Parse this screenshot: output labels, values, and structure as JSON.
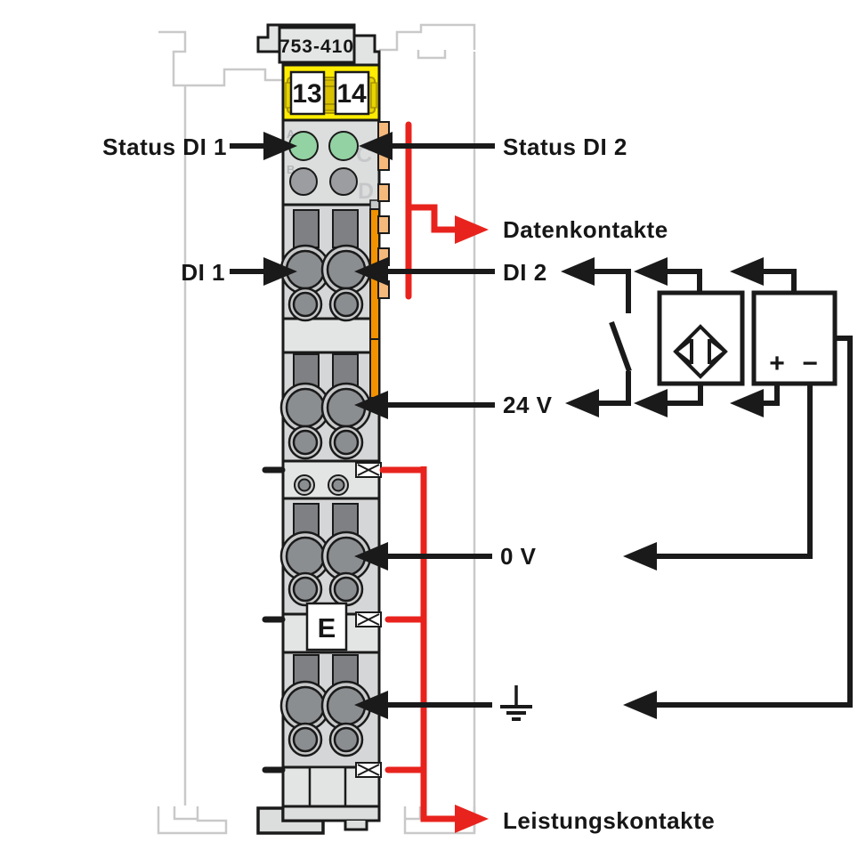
{
  "diagram": {
    "module": {
      "part_number": "753-410",
      "terminals": [
        "13",
        "14"
      ],
      "led_labels": [
        "A",
        "B",
        "C",
        "D"
      ],
      "marking": "E"
    },
    "labels": {
      "status_di_1": "Status DI 1",
      "status_di_2": "Status DI 2",
      "di_1": "DI 1",
      "di_2": "DI 2",
      "datenkontakte": "Datenkontakte",
      "v24": "24 V",
      "v0": "0 V",
      "leistungskontakte": "Leistungskontakte"
    },
    "power_supply": {
      "plus": "+",
      "minus": "−"
    },
    "icons": {
      "data_contacts_arrow": "red-arrow-right",
      "power_contacts_arrow": "red-arrow-right",
      "signal_arrows": "black-arrow",
      "ground": "earth-ground-symbol",
      "switch": "normally-open-contact",
      "sensor": "proximity-sensor-symbol",
      "supply": "dc-power-supply-box",
      "power_jumper": "power-jumper-contact-x"
    },
    "colors": {
      "red": "#e8231e",
      "yellow": "#ffec00",
      "yellow_dark": "#e8d400",
      "yellow_deep": "#d9c000",
      "yellow_edge": "#a89300",
      "orange": "#f39200",
      "contact_orange": "#f5b97c",
      "led_green": "#93d2a2",
      "led_gray": "#9b9da0",
      "body": "#dcdddd",
      "body_dark": "#d5d6d7",
      "body_light": "#e3e4e4",
      "disc": "#8b8e91",
      "ring": "#c7c8c9",
      "rail": "#c9c9c9",
      "outline": "#1a1a1a"
    }
  }
}
